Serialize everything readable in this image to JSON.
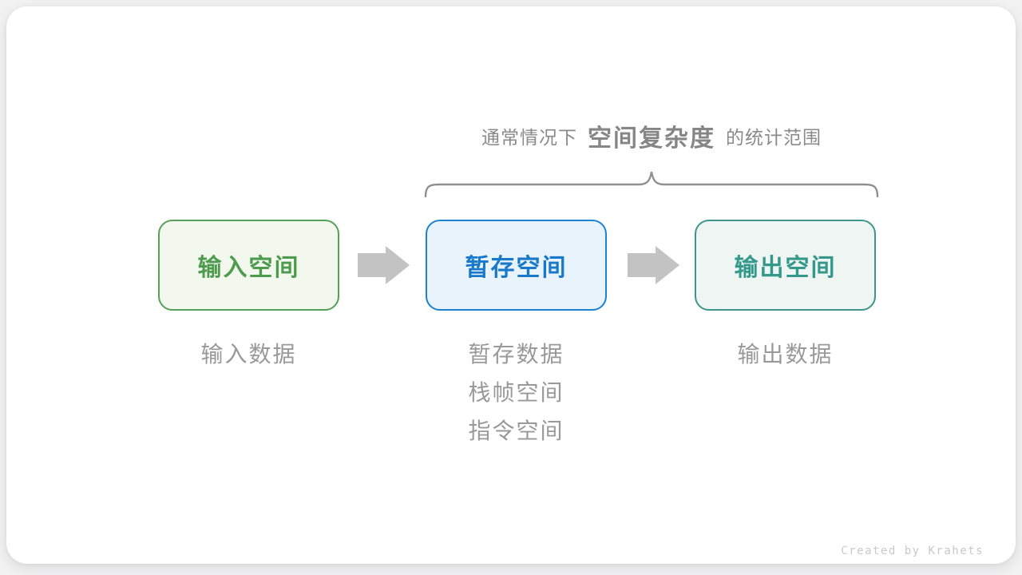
{
  "caption": {
    "prefix": "通常情况下",
    "highlight": "空间复杂度",
    "suffix": "的统计范围"
  },
  "boxes": {
    "input": {
      "label": "输入空间",
      "note": "输入数据"
    },
    "temp": {
      "label": "暂存空间",
      "notes": [
        "暂存数据",
        "栈帧空间",
        "指令空间"
      ]
    },
    "output": {
      "label": "输出空间",
      "note": "输出数据"
    }
  },
  "credit": "Created by Krahets",
  "colors": {
    "input_border": "#57a057",
    "input_fill": "#f2f8ee",
    "input_text": "#4e9b4e",
    "temp_border": "#1e82d2",
    "temp_fill": "#e9f3fb",
    "temp_text": "#1878ca",
    "output_border": "#40958a",
    "output_fill": "#eef5f2",
    "output_text": "#34988a",
    "arrow": "#c3c3c3",
    "caption_text": "#8a8a8a",
    "note_text": "#999999",
    "brace": "#8f8f8f",
    "credit_text": "#c9c9c9",
    "card_bg": "#ffffff",
    "page_bg": "#f2f2f3"
  }
}
